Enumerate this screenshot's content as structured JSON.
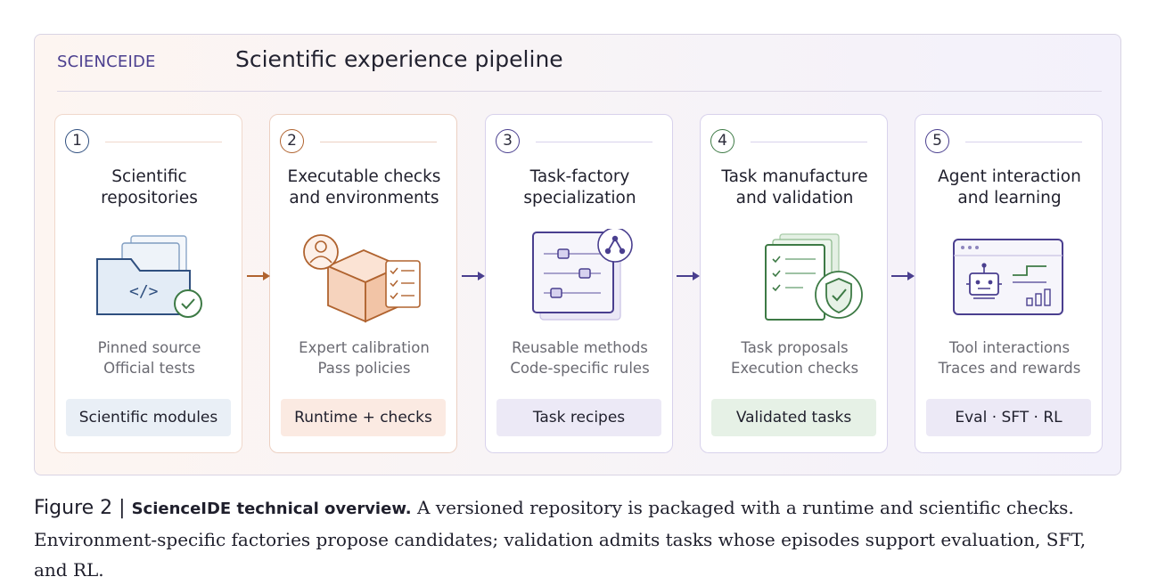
{
  "panel": {
    "brand": "SCIENCEIDE",
    "title": "Scientific experience pipeline"
  },
  "stages": [
    {
      "number": "1",
      "title": "Scientific\nrepositories",
      "desc": [
        "Pinned source",
        "Official tests"
      ],
      "output": "Scientific modules",
      "icon": "folder-code-icon",
      "accent": "#2f4f7f",
      "border": "#f0d8cc",
      "pill_bg": "#e9eff6"
    },
    {
      "number": "2",
      "title": "Executable checks\nand environments",
      "desc": [
        "Expert calibration",
        "Pass policies"
      ],
      "output": "Runtime + checks",
      "icon": "box-checklist-icon",
      "accent": "#b0632f",
      "border": "#ecd0c2",
      "pill_bg": "#fbeae2"
    },
    {
      "number": "3",
      "title": "Task-factory\nspecialization",
      "desc": [
        "Reusable methods",
        "Code-specific rules"
      ],
      "output": "Task recipes",
      "icon": "sliders-icon",
      "accent": "#4a3f8f",
      "border": "#d8d2ec",
      "pill_bg": "#ece9f6"
    },
    {
      "number": "4",
      "title": "Task manufacture\nand validation",
      "desc": [
        "Task proposals",
        "Execution checks"
      ],
      "output": "Validated tasks",
      "icon": "shield-checklist-icon",
      "accent": "#3d7a45",
      "border": "#d8d2ec",
      "pill_bg": "#e6f1e6"
    },
    {
      "number": "5",
      "title": "Agent interaction\nand learning",
      "desc": [
        "Tool interactions",
        "Traces and rewards"
      ],
      "output": "Eval · SFT · RL",
      "icon": "robot-window-icon",
      "accent": "#4a3f8f",
      "border": "#d8d2ec",
      "pill_bg": "#ece9f6"
    }
  ],
  "arrow_colors": [
    "#b0632f",
    "#4a3f8f",
    "#4a3f8f",
    "#4a3f8f"
  ],
  "caption": {
    "label": "Figure 2",
    "separator": " | ",
    "bold": "ScienceIDE technical overview.",
    "text": " A versioned repository is packaged with a runtime and scientific checks. Environment-specific factories propose candidates; validation admits tasks whose episodes support evaluation, SFT, and RL."
  }
}
